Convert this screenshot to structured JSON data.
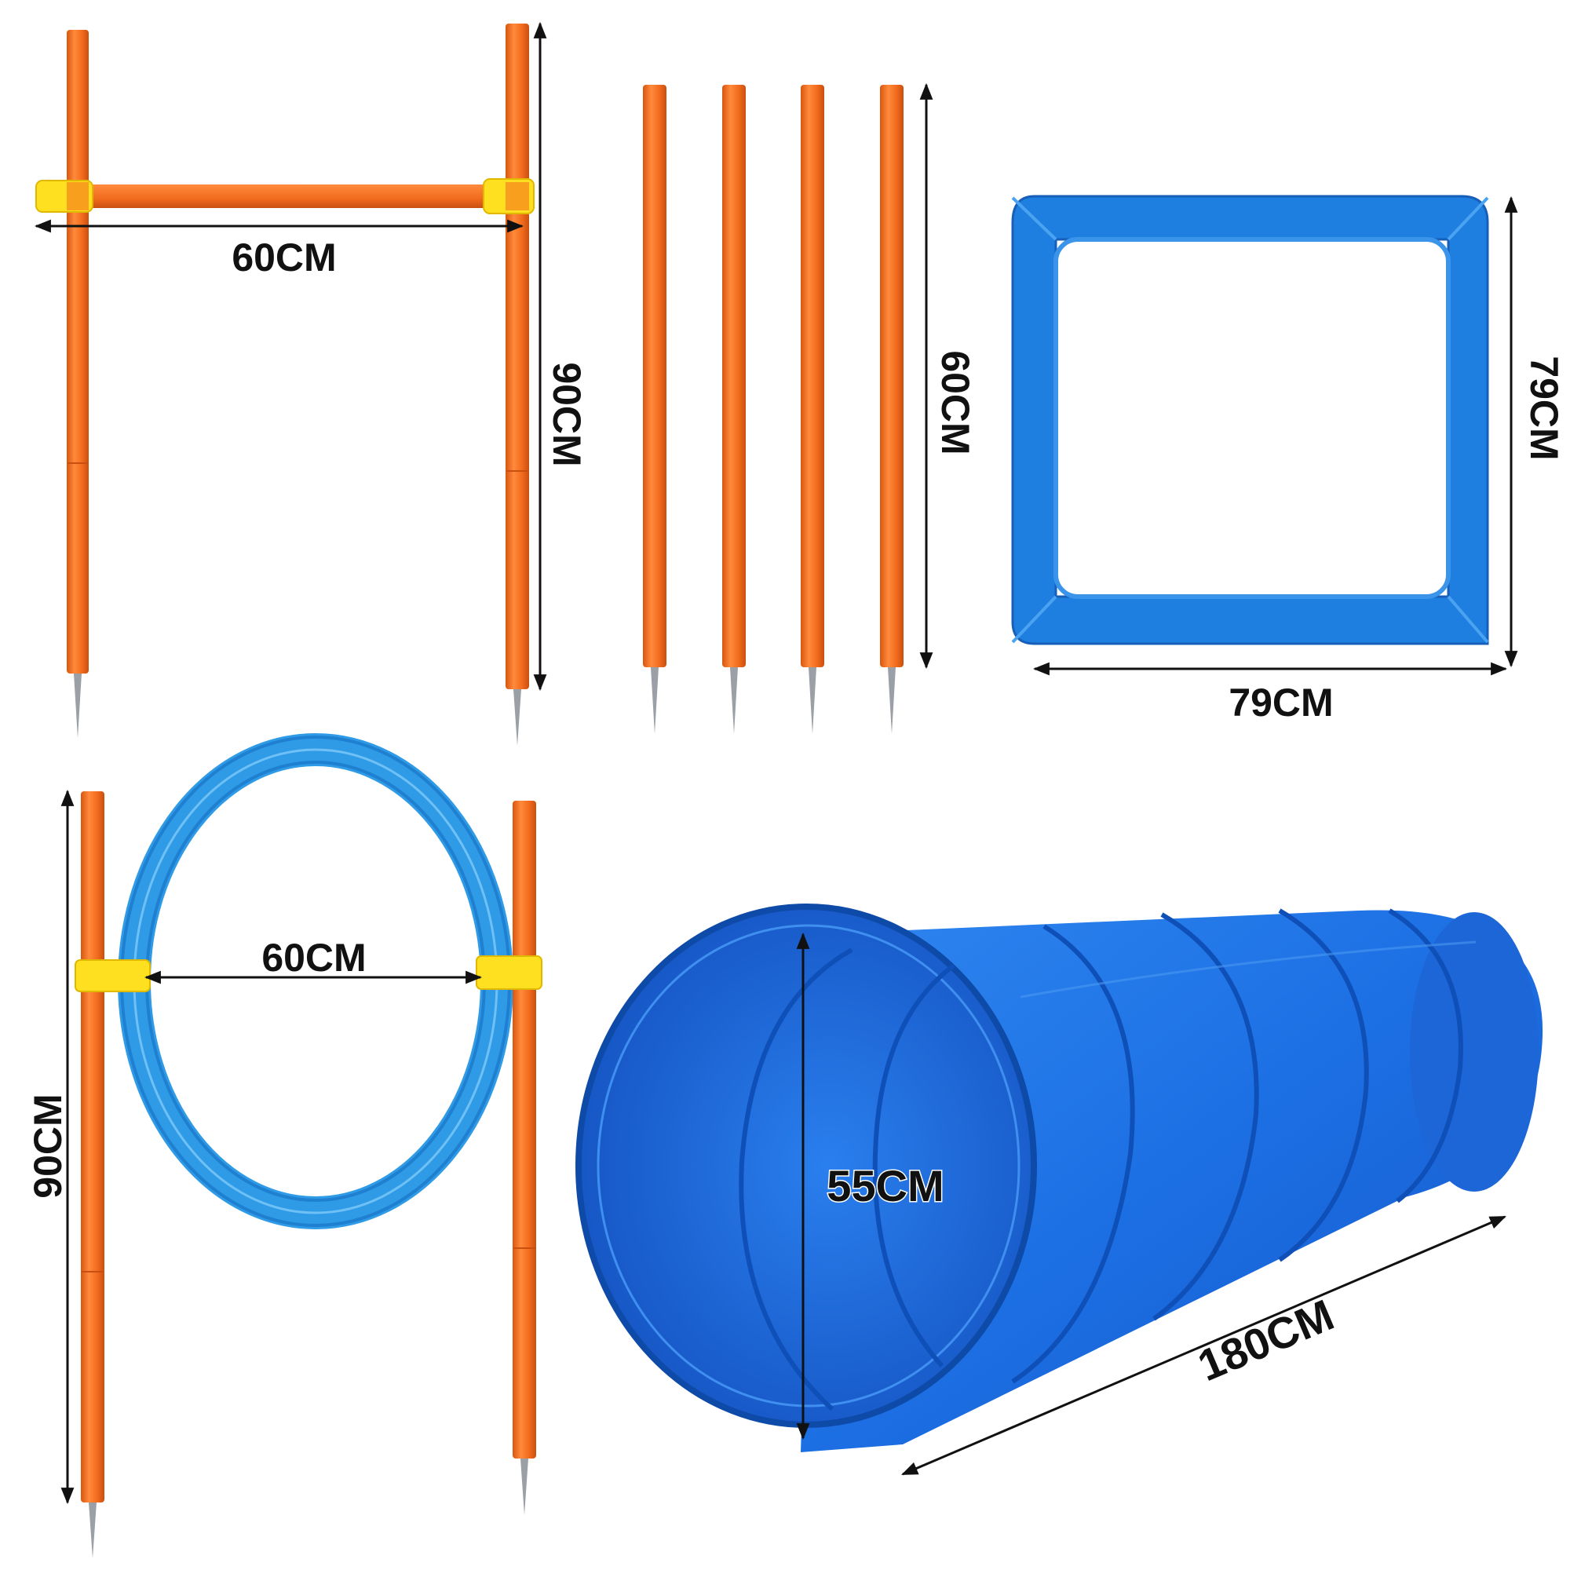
{
  "labels": {
    "hurdle_width": "60CM",
    "hurdle_height": "90CM",
    "weave_pole_height": "60CM",
    "pause_box_width": "79CM",
    "pause_box_height": "79CM",
    "hoop_diameter": "60CM",
    "hoop_pole_height": "90CM",
    "tunnel_diameter": "55CM",
    "tunnel_length": "180CM"
  },
  "colors": {
    "pole_orange": "#f26b1d",
    "pole_highlight": "#ff9a55",
    "pole_shadow": "#c94f10",
    "clip_yellow": "#ffe021",
    "hoop_blue": "#2f9be6",
    "box_blue": "#1f7fe0",
    "tunnel_blue": "#1c6fe3",
    "tunnel_dark": "#0f4fb8",
    "spike_gray": "#9aa0a6",
    "dimension_line": "#111111"
  },
  "icons": {
    "arrow": "double-headed-arrow"
  }
}
